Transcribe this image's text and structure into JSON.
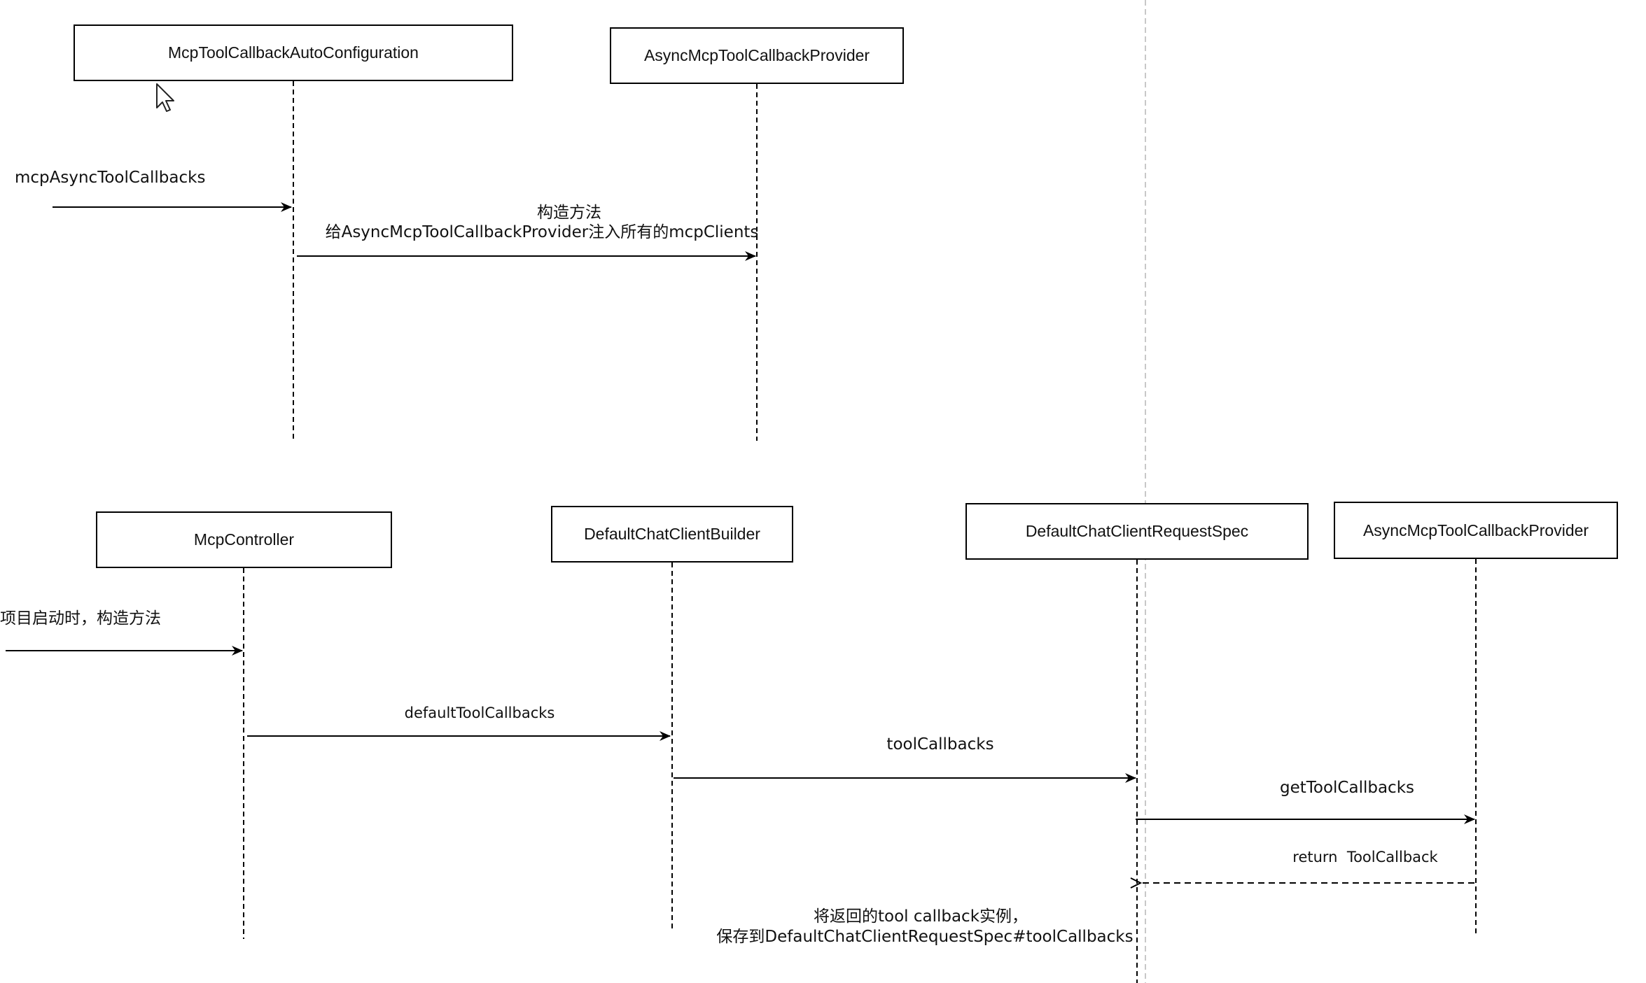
{
  "section_top": {
    "participants": {
      "autoconfig": "McpToolCallbackAutoConfiguration",
      "provider": "AsyncMcpToolCallbackProvider"
    },
    "messages": {
      "entry": "mcpAsyncToolCallbacks",
      "construct_line1": "构造方法",
      "construct_line2": "给AsyncMcpToolCallbackProvider注入所有的mcpClients"
    }
  },
  "section_bottom": {
    "participants": {
      "controller": "McpController",
      "builder": "DefaultChatClientBuilder",
      "request_spec": "DefaultChatClientRequestSpec",
      "provider": "AsyncMcpToolCallbackProvider"
    },
    "messages": {
      "entry": "项目启动时，构造方法",
      "default_tool_callbacks": "defaultToolCallbacks",
      "tool_callbacks": "toolCallbacks",
      "get_tool_callbacks": "getToolCallbacks",
      "return_tool_callback": "return  ToolCallback",
      "note_line1": "将返回的tool callback实例，",
      "note_line2": "保存到DefaultChatClientRequestSpec#toolCallbacks"
    }
  },
  "colors": {
    "line": "#000000",
    "page_divider": "#c8c8c8",
    "cursor_fill": "#ffffff"
  },
  "icons": [
    "mouse-cursor-icon"
  ]
}
